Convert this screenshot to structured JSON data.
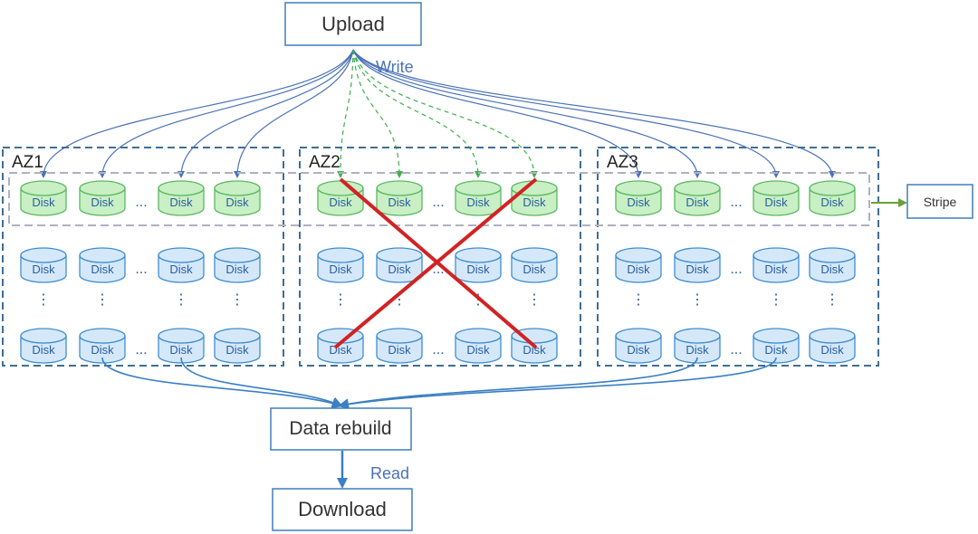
{
  "colors": {
    "box_border": "#3e7fb8",
    "az_border": "#3f6f93",
    "stripe_border": "#b0b0c0",
    "disk_blue_fill": "#d5e8fa",
    "disk_blue_stroke": "#3f8ed1",
    "disk_green_fill": "#c9efc4",
    "disk_green_stroke": "#5cb862",
    "write_arrow": "#4a72b8",
    "stripe_write_arrow": "#3db04a",
    "stripe_arrow": "#6aa03a",
    "failure_cross": "#d12323",
    "flow_arrow": "#3b7fc4"
  },
  "nodes": {
    "upload": "Upload",
    "data_rebuild": "Data rebuild",
    "download": "Download",
    "stripe": "Stripe"
  },
  "edges": {
    "write": "Write",
    "read": "Read"
  },
  "zones": [
    {
      "label": "AZ1",
      "failed": false
    },
    {
      "label": "AZ2",
      "failed": true
    },
    {
      "label": "AZ3",
      "failed": false
    }
  ],
  "disk_label": "Disk",
  "ellipsis": "...",
  "vertical_ellipsis": "⋮"
}
